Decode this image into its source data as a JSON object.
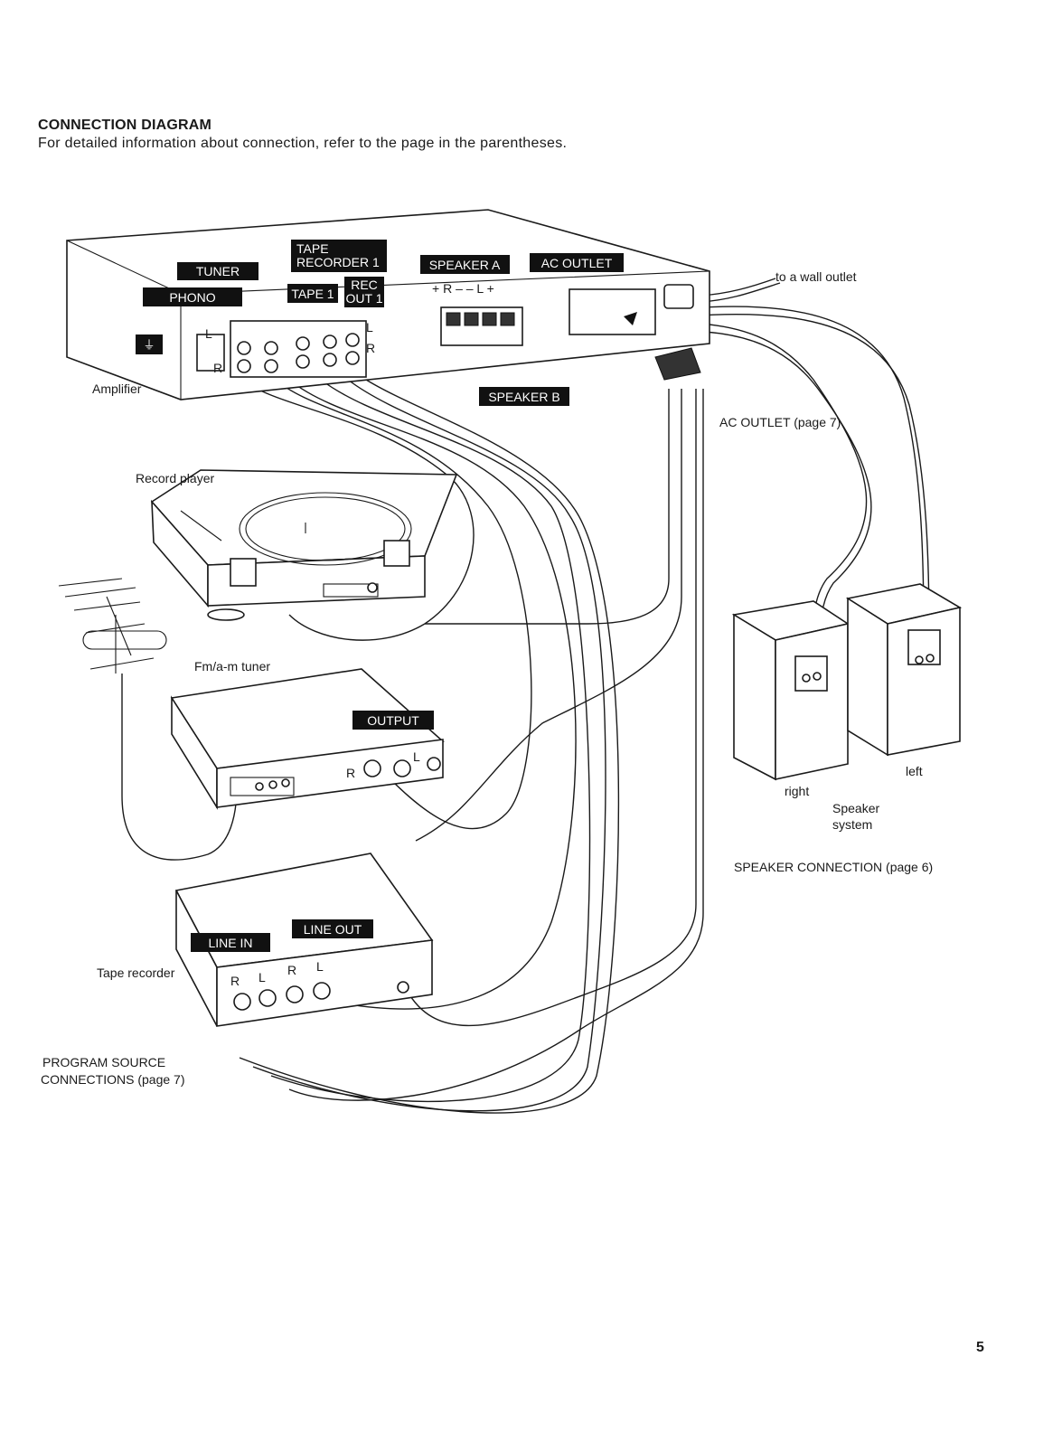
{
  "heading": "CONNECTION DIAGRAM",
  "subheading": "For detailed information about connection, refer to the page in the parentheses.",
  "page_number": "5",
  "tags": {
    "tuner": "TUNER",
    "phono": "PHONO",
    "tape_recorder_1_line1": "TAPE",
    "tape_recorder_1_line2": "RECORDER 1",
    "tape_1": "TAPE 1",
    "rec_out_1_line1": "REC",
    "rec_out_1_line2": "OUT 1",
    "speaker_a": "SPEAKER A",
    "ac_outlet": "AC OUTLET",
    "speaker_b": "SPEAKER B",
    "output": "OUTPUT",
    "line_in": "LINE IN",
    "line_out": "LINE OUT"
  },
  "labels": {
    "amplifier": "Amplifier",
    "wall_outlet": "to a wall outlet",
    "ac_outlet_page": "AC OUTLET (page 7)",
    "record_player": "Record player",
    "tuner": "Fm/a-m tuner",
    "tape_recorder": "Tape recorder",
    "program_source_line1": "PROGRAM SOURCE",
    "program_source_line2": "CONNECTIONS (page 7)",
    "right": "right",
    "left": "left",
    "speaker_system_line1": "Speaker",
    "speaker_system_line2": "system",
    "speaker_connection": "SPEAKER CONNECTION (page 6)",
    "speaker_terminals": "+ R –   – L +",
    "ground_symbol": "⏚",
    "jack_l": "L",
    "jack_r": "R"
  }
}
